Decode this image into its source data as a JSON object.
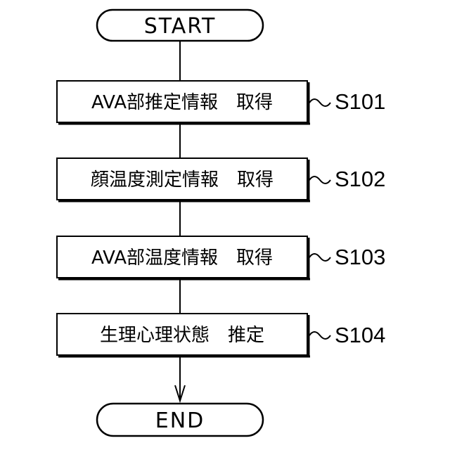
{
  "flowchart": {
    "start_label": "START",
    "end_label": "END",
    "steps": [
      {
        "label": "AVA部推定情報　取得",
        "step_id": "S101"
      },
      {
        "label": "顔温度測定情報　取得",
        "step_id": "S102"
      },
      {
        "label": "AVA部温度情報　取得",
        "step_id": "S103"
      },
      {
        "label": "生理心理状態　推定",
        "step_id": "S104"
      }
    ]
  }
}
